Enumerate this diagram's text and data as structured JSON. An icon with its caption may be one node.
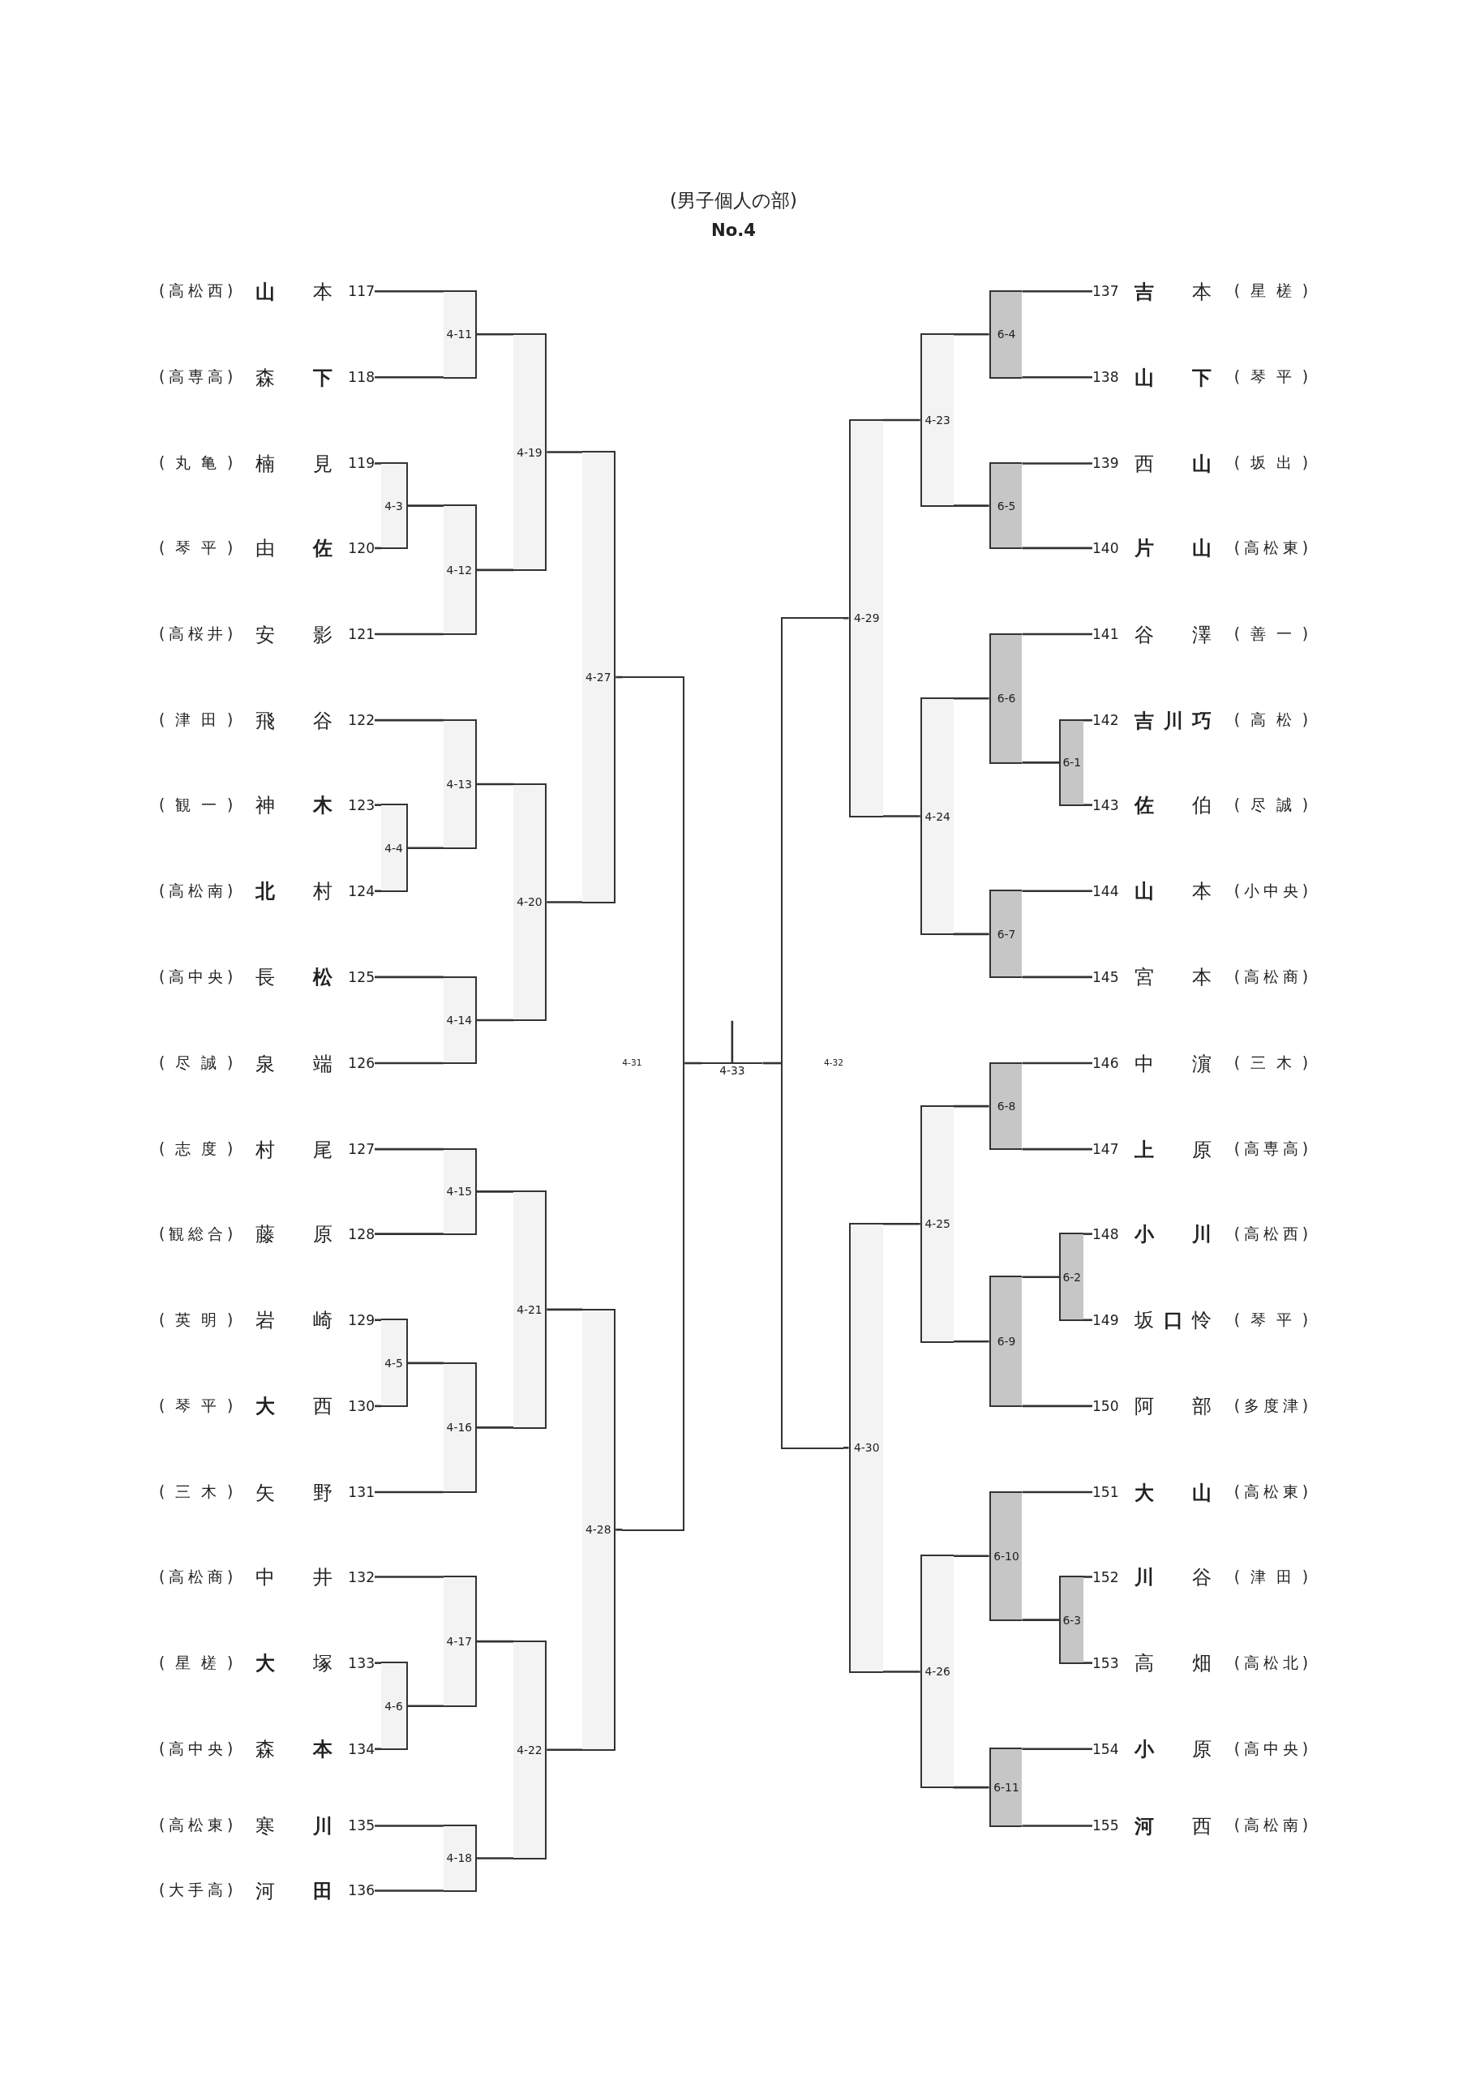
{
  "diagram": {
    "title": "(男子個人の部)",
    "nodes": [
      {
        "text": [
          "(高松西)",
          "**山**本",
          "117"
        ]
      },
      {
        "text": [
          "(高専高)",
          "森**下**",
          "118"
        ]
      },
      {
        "text": [
          "(丸亀)",
          "楠見",
          "119"
        ]
      },
      {
        "text": [
          "(琴平)",
          "由**佐**",
          "120"
        ]
      },
      {
        "text": [
          "(高桜井)",
          "安影",
          "121"
        ]
      },
      {
        "text": [
          "(津田)",
          "飛谷",
          "122"
        ]
      },
      {
        "text": [
          "(観一)",
          "神**木**",
          "123"
        ]
      },
      {
        "text": [
          "(高松南)",
          "**北**村",
          "124"
        ]
      },
      {
        "text": [
          "(高中央)",
          "長**松**",
          "125"
        ]
      },
      {
        "text": [
          "(尽誠)",
          "泉端",
          "126"
        ]
      },
      {
        "text": [
          "(志度)",
          "村尾",
          "127"
        ]
      },
      {
        "text": [
          "(観総合)",
          "藤原",
          "128"
        ]
      },
      {
        "text": [
          "(英明)",
          "岩崎",
          "129"
        ]
      },
      {
        "text": [
          "(琴平)",
          "**大**西",
          "130"
        ]
      },
      {
        "text": [
          "(三木)",
          "矢野",
          "131"
        ]
      },
      {
        "text": [
          "(高松商)",
          "中井",
          "132"
        ]
      },
      {
        "text": [
          "(星槎)",
          "**大**塚",
          "133"
        ]
      },
      {
        "text": [
          "(高中央)",
          "森**本**",
          "134"
        ]
      },
      {
        "text": [
          "(高松東)",
          "寒**川**",
          "135"
        ]
      },
      {
        "text": [
          "(大手高)",
          "河**田**",
          "136"
        ]
      },
      {
        "text": [
          "137",
          "**吉**本",
          "(星槎)"
        ]
      },
      {
        "text": [
          "138",
          "**山下**",
          "(琴平)"
        ]
      },
      {
        "text": [
          "139",
          "西**山**",
          "(坂出)"
        ]
      },
      {
        "text": [
          "140",
          "**片山**",
          "(高松東)"
        ]
      },
      {
        "text": [
          "141",
          "谷澤",
          "(善一)"
        ]
      },
      {
        "text": [
          "142",
          "**吉川巧**",
          "(高松)"
        ]
      },
      {
        "text": [
          "143",
          "**佐**伯",
          "(尽誠)"
        ]
      },
      {
        "text": [
          "144",
          "**山**本",
          "(小中央)"
        ]
      },
      {
        "text": [
          "145",
          "宮本",
          "(高松商)"
        ]
      },
      {
        "text": [
          "146",
          "中濵",
          "(三木)"
        ]
      },
      {
        "text": [
          "147",
          "**上**原",
          "(高専高)"
        ]
      },
      {
        "text": [
          "148",
          "**小川**",
          "(高松西)"
        ]
      },
      {
        "text": [
          "149",
          "坂**口**怜",
          "(琴平)"
        ]
      },
      {
        "text": [
          "150",
          "阿部",
          "(多度津)"
        ]
      },
      {
        "text": [
          "151",
          "**大山**",
          "(高松東)"
        ]
      },
      {
        "text": [
          "152",
          "**川**谷",
          "(津田)"
        ]
      },
      {
        "text": [
          "153",
          "高畑",
          "(高松北)"
        ]
      },
      {
        "text": [
          "154",
          "**小**原",
          "(高中央)"
        ]
      },
      {
        "text": [
          "155",
          "**河**西",
          "(高松南)"
        ]
      },
      {
        "text": [
          "4-3"
        ]
      },
      {
        "text": [
          "4-4"
        ]
      },
      {
        "text": [
          "4-5"
        ]
      },
      {
        "text": [
          "4-6"
        ]
      },
      {
        "text": [
          "4-11"
        ]
      },
      {
        "text": [
          "4-12"
        ]
      },
      {
        "text": [
          "4-13"
        ]
      },
      {
        "text": [
          "4-14"
        ]
      },
      {
        "text": [
          "4-15"
        ]
      },
      {
        "text": [
          "4-16"
        ]
      },
      {
        "text": [
          "4-17"
        ]
      },
      {
        "text": [
          "4-18"
        ]
      },
      {
        "text": [
          "4-19"
        ]
      },
      {
        "text": [
          "4-20"
        ]
      },
      {
        "text": [
          "4-21"
        ]
      },
      {
        "text": [
          "4-22"
        ]
      },
      {
        "text": [
          "4-27"
        ]
      },
      {
        "text": [
          "4-28"
        ]
      },
      {
        "text": [
          "4-31"
        ]
      },
      {
        "text": [
          "4-33"
        ]
      },
      {
        "text": [
          "4-32"
        ]
      },
      {
        "text": [
          "4-29"
        ]
      },
      {
        "text": [
          "4-30"
        ]
      },
      {
        "text": [
          "4-23"
        ]
      },
      {
        "text": [
          "4-24"
        ]
      },
      {
        "text": [
          "4-25"
        ]
      },
      {
        "text": [
          "4-26"
        ]
      },
      {
        "text": [
          "6-4"
        ]
      },
      {
        "text": [
          "6-5"
        ]
      },
      {
        "text": [
          "6-6"
        ]
      },
      {
        "text": [
          "6-1"
        ]
      },
      {
        "text": [
          "6-7"
        ]
      },
      {
        "text": [
          "6-8"
        ]
      },
      {
        "text": [
          "6-2"
        ]
      },
      {
        "text": [
          "6-9"
        ]
      },
      {
        "text": [
          "6-10"
        ]
      },
      {
        "text": [
          "6-3"
        ]
      },
      {
        "text": [
          "6-11"
        ]
      }
    ],
    "edges": [
      {
        "from": 2,
        "to": 39,
        "arrow": "none"
      },
      {
        "from": 3,
        "to": 39,
        "arrow": "none"
      },
      {
        "from": 6,
        "to": 40,
        "arrow": "none"
      },
      {
        "from": 7,
        "to": 40,
        "arrow": "none"
      },
      {
        "from": 12,
        "to": 41,
        "arrow": "none"
      },
      {
        "from": 13,
        "to": 41,
        "arrow": "none"
      },
      {
        "from": 16,
        "to": 42,
        "arrow": "none"
      },
      {
        "from": 17,
        "to": 42,
        "arrow": "none"
      },
      {
        "from": 0,
        "to": 43,
        "arrow": "none"
      },
      {
        "from": 1,
        "to": 43,
        "arrow": "none"
      },
      {
        "from": 39,
        "to": 44,
        "arrow": "none"
      },
      {
        "from": 4,
        "to": 44,
        "arrow": "none"
      },
      {
        "from": 5,
        "to": 45,
        "arrow": "none"
      },
      {
        "from": 40,
        "to": 45,
        "arrow": "none"
      },
      {
        "from": 8,
        "to": 46,
        "arrow": "none"
      },
      {
        "from": 9,
        "to": 46,
        "arrow": "none"
      },
      {
        "from": 10,
        "to": 47,
        "arrow": "none"
      },
      {
        "from": 11,
        "to": 47,
        "arrow": "none"
      },
      {
        "from": 41,
        "to": 48,
        "arrow": "none"
      },
      {
        "from": 14,
        "to": 48,
        "arrow": "none"
      },
      {
        "from": 15,
        "to": 49,
        "arrow": "none"
      },
      {
        "from": 42,
        "to": 49,
        "arrow": "none"
      },
      {
        "from": 18,
        "to": 50,
        "arrow": "none"
      },
      {
        "from": 19,
        "to": 50,
        "arrow": "none"
      },
      {
        "from": 43,
        "to": 51,
        "arrow": "none"
      },
      {
        "from": 44,
        "to": 51,
        "arrow": "none"
      },
      {
        "from": 45,
        "to": 52,
        "arrow": "none"
      },
      {
        "from": 46,
        "to": 52,
        "arrow": "none"
      },
      {
        "from": 47,
        "to": 53,
        "arrow": "none"
      },
      {
        "from": 48,
        "to": 53,
        "arrow": "none"
      },
      {
        "from": 49,
        "to": 54,
        "arrow": "none"
      },
      {
        "from": 50,
        "to": 54,
        "arrow": "none"
      },
      {
        "from": 51,
        "to": 55,
        "arrow": "none"
      },
      {
        "from": 52,
        "to": 55,
        "arrow": "none"
      },
      {
        "from": 53,
        "to": 56,
        "arrow": "none"
      },
      {
        "from": 54,
        "to": 56,
        "arrow": "none"
      },
      {
        "from": 55,
        "to": 57,
        "arrow": "none"
      },
      {
        "from": 56,
        "to": 57,
        "arrow": "none"
      },
      {
        "from": 57,
        "to": 58,
        "arrow": "none"
      },
      {
        "from": 59,
        "to": 58,
        "arrow": "none"
      },
      {
        "from": 60,
        "to": 59,
        "arrow": "none"
      },
      {
        "from": 61,
        "to": 59,
        "arrow": "none"
      },
      {
        "from": 62,
        "to": 60,
        "arrow": "none"
      },
      {
        "from": 63,
        "to": 60,
        "arrow": "none"
      },
      {
        "from": 64,
        "to": 61,
        "arrow": "none"
      },
      {
        "from": 65,
        "to": 61,
        "arrow": "none"
      },
      {
        "from": 66,
        "to": 62,
        "arrow": "none"
      },
      {
        "from": 67,
        "to": 62,
        "arrow": "none"
      },
      {
        "from": 68,
        "to": 63,
        "arrow": "none"
      },
      {
        "from": 70,
        "to": 63,
        "arrow": "none"
      },
      {
        "from": 71,
        "to": 64,
        "arrow": "none"
      },
      {
        "from": 73,
        "to": 64,
        "arrow": "none"
      },
      {
        "from": 74,
        "to": 65,
        "arrow": "none"
      },
      {
        "from": 76,
        "to": 65,
        "arrow": "none"
      },
      {
        "from": 20,
        "to": 66,
        "arrow": "none"
      },
      {
        "from": 21,
        "to": 66,
        "arrow": "none"
      },
      {
        "from": 22,
        "to": 67,
        "arrow": "none"
      },
      {
        "from": 23,
        "to": 67,
        "arrow": "none"
      },
      {
        "from": 24,
        "to": 68,
        "arrow": "none"
      },
      {
        "from": 69,
        "to": 68,
        "arrow": "none"
      },
      {
        "from": 25,
        "to": 69,
        "arrow": "none"
      },
      {
        "from": 26,
        "to": 69,
        "arrow": "none"
      },
      {
        "from": 27,
        "to": 70,
        "arrow": "none"
      },
      {
        "from": 28,
        "to": 70,
        "arrow": "none"
      },
      {
        "from": 29,
        "to": 71,
        "arrow": "none"
      },
      {
        "from": 30,
        "to": 71,
        "arrow": "none"
      },
      {
        "from": 31,
        "to": 72,
        "arrow": "none"
      },
      {
        "from": 32,
        "to": 72,
        "arrow": "none"
      },
      {
        "from": 72,
        "to": 73,
        "arrow": "none"
      },
      {
        "from": 33,
        "to": 73,
        "arrow": "none"
      },
      {
        "from": 34,
        "to": 74,
        "arrow": "none"
      },
      {
        "from": 75,
        "to": 74,
        "arrow": "none"
      },
      {
        "from": 35,
        "to": 75,
        "arrow": "none"
      },
      {
        "from": 36,
        "to": 75,
        "arrow": "none"
      },
      {
        "from": 37,
        "to": 76,
        "arrow": "none"
      },
      {
        "from": 38,
        "to": 76,
        "arrow": "none"
      }
    ],
    "labels": [
      "No.4"
    ]
  }
}
